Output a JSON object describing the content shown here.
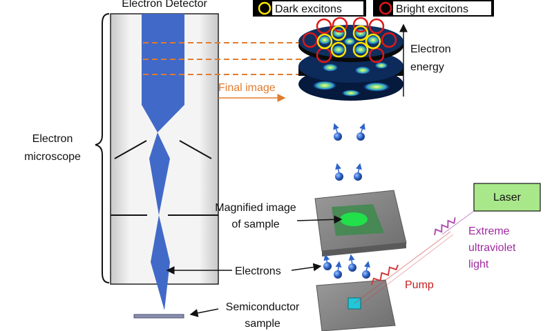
{
  "labels": {
    "electron_detector": "Electron Detector",
    "microscope_line1": "Electron",
    "microscope_line2": "microscope",
    "final_image": "Final image",
    "energy_line1": "Electron",
    "energy_line2": "energy",
    "magnified_line1": "Magnified image",
    "magnified_line2": "of sample",
    "electrons": "Electrons",
    "semiconductor_line1": "Semiconductor",
    "semiconductor_line2": "sample",
    "pump": "Pump",
    "laser": "Laser",
    "euv_line1": "Extreme",
    "euv_line2": "ultraviolet",
    "euv_line3": "light"
  },
  "legend": {
    "dark": "Dark excitons",
    "bright": "Bright excitons"
  },
  "colors": {
    "dark_exciton": "#ffe600",
    "bright_exciton": "#e01818",
    "final_image_arrow": "#e07b2e",
    "pump": "#c81e1e",
    "euv": "#a02aa0",
    "laser_box": "#a9e88a",
    "electron_beam": "#4169c8"
  }
}
